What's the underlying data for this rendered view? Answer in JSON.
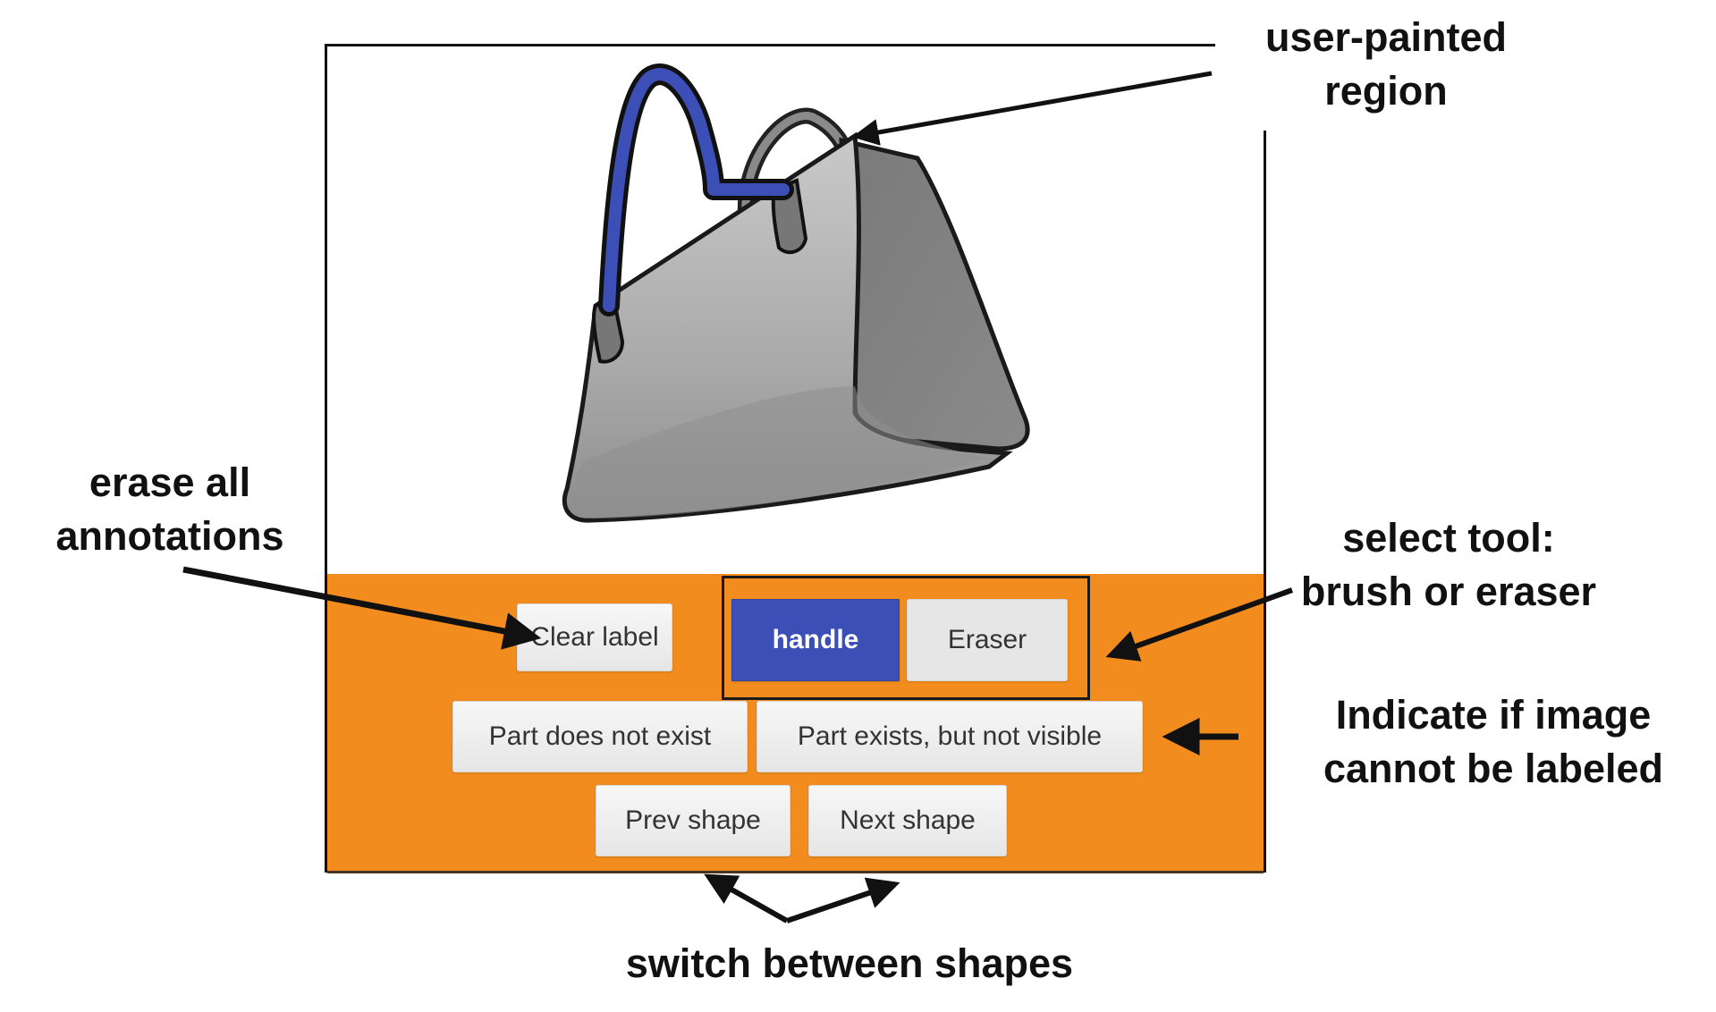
{
  "canvas": {
    "object": "handbag",
    "painted_part": "handle",
    "paint_color": "#3b4fb6"
  },
  "panel": {
    "background_color": "#f28c1e",
    "buttons": {
      "clear_label": "Clear label",
      "brush_label": "handle",
      "eraser_label": "Eraser",
      "part_not_exist": "Part does not exist",
      "part_not_visible": "Part exists, but not visible",
      "prev_shape": "Prev shape",
      "next_shape": "Next shape"
    },
    "active_tool": "handle"
  },
  "callouts": {
    "painted_region": [
      "user-painted",
      "region"
    ],
    "erase_all": [
      "erase all",
      "annotations"
    ],
    "select_tool": [
      "select tool:",
      "brush or eraser"
    ],
    "cannot_label": [
      "Indicate if image",
      "cannot be labeled"
    ],
    "switch_shapes": "switch between shapes"
  }
}
